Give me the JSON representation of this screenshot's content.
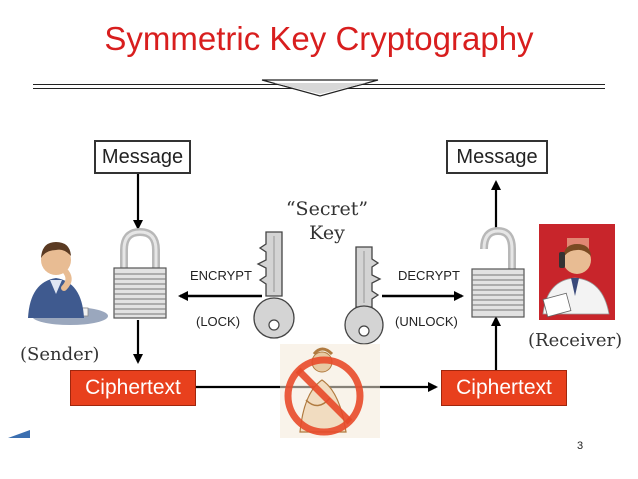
{
  "slide": {
    "title": "Symmetric Key Cryptography",
    "page_number": "3"
  },
  "diagram": {
    "message_left": "Message",
    "message_right": "Message",
    "secret_key_line1": "“Secret”",
    "secret_key_line2": "Key",
    "encrypt": "ENCRYPT",
    "lock": "(LOCK)",
    "decrypt": "DECRYPT",
    "unlock": "(UNLOCK)",
    "sender": "(Sender)",
    "receiver": "(Receiver)",
    "ciphertext_left": "Ciphertext",
    "ciphertext_right": "Ciphertext"
  },
  "colors": {
    "title": "#d81e1e",
    "cipher_box": "#e8401d",
    "receiver_panel": "#c8252b",
    "interceptor_circle": "#e84a2a"
  },
  "icons": [
    "padlock-closed-icon",
    "padlock-open-icon",
    "key-icon",
    "sender-person-icon",
    "receiver-person-icon",
    "eavesdropper-blocked-icon"
  ]
}
